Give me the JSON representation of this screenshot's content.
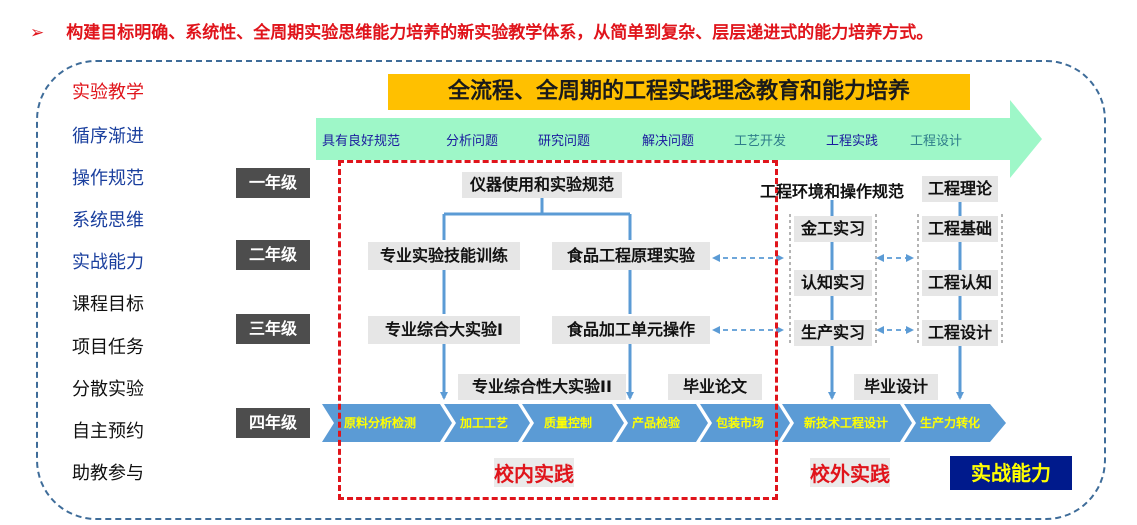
{
  "heading": {
    "bullet": "➢",
    "text": "构建目标明确、系统性、全周期实验思维能力培养的新实验教学体系，从简单到复杂、层层递进式的能力培养方式。"
  },
  "left_column": [
    {
      "text": "实验教学",
      "color": "#e0141b"
    },
    {
      "text": "循序渐进",
      "color": "#1a3f9e"
    },
    {
      "text": "操作规范",
      "color": "#1a3f9e"
    },
    {
      "text": "系统思维",
      "color": "#1a3f9e"
    },
    {
      "text": "实战能力",
      "color": "#1a3f9e"
    },
    {
      "text": "课程目标",
      "color": "#111111"
    },
    {
      "text": "项目任务",
      "color": "#111111"
    },
    {
      "text": "分散实验",
      "color": "#111111"
    },
    {
      "text": "自主预约",
      "color": "#111111"
    },
    {
      "text": "助教参与",
      "color": "#111111"
    }
  ],
  "banner": "全流程、全周期的工程实践理念教育和能力培养",
  "top_arrow": {
    "labels": [
      "具有良好规范",
      "分析问题",
      "研究问题",
      "解决问题",
      "工艺开发",
      "工程实践",
      "工程设计"
    ],
    "label_colors": [
      "#1a1a9e",
      "#1a1a9e",
      "#1a1a9e",
      "#1a1a9e",
      "#2e7d8a",
      "#1a1a9e",
      "#2e7d8a"
    ]
  },
  "grades": [
    "一年级",
    "二年级",
    "三年级",
    "四年级"
  ],
  "nodes": {
    "instrument": "仪器使用和实验规范",
    "skill_training": "专业实验技能训练",
    "principle_exp": "食品工程原理实验",
    "comprehensive_1": "专业综合大实验I",
    "processing_unit": "食品加工单元操作",
    "comprehensive_2": "专业综合性大实验II",
    "thesis": "毕业论文",
    "env_norms": "工程环境和操作规范",
    "metalwork": "金工实习",
    "cognition_internship": "认知实习",
    "production_internship": "生产实习",
    "eng_theory": "工程理论",
    "eng_basics": "工程基础",
    "eng_cognition": "工程认知",
    "eng_design": "工程设计",
    "grad_design": "毕业设计"
  },
  "bottom_chevrons": [
    "原料分析检测",
    "加工工艺",
    "质量控制",
    "产品检验",
    "包装市场",
    "新技术工程设计",
    "生产力转化"
  ],
  "practice_labels": {
    "on_campus": "校内实践",
    "off_campus": "校外实践"
  },
  "combat_label": "实战能力",
  "colors": {
    "accent_red": "#e0141b",
    "banner_yellow": "#ffc000",
    "arrow_green": "#9ef7c8",
    "chevron_blue": "#5b9bd5",
    "connector_blue": "#5b9bd5",
    "grade_gray": "#4d4d4d",
    "box_gray": "#e6e6e6",
    "navy": "#001a8c"
  }
}
